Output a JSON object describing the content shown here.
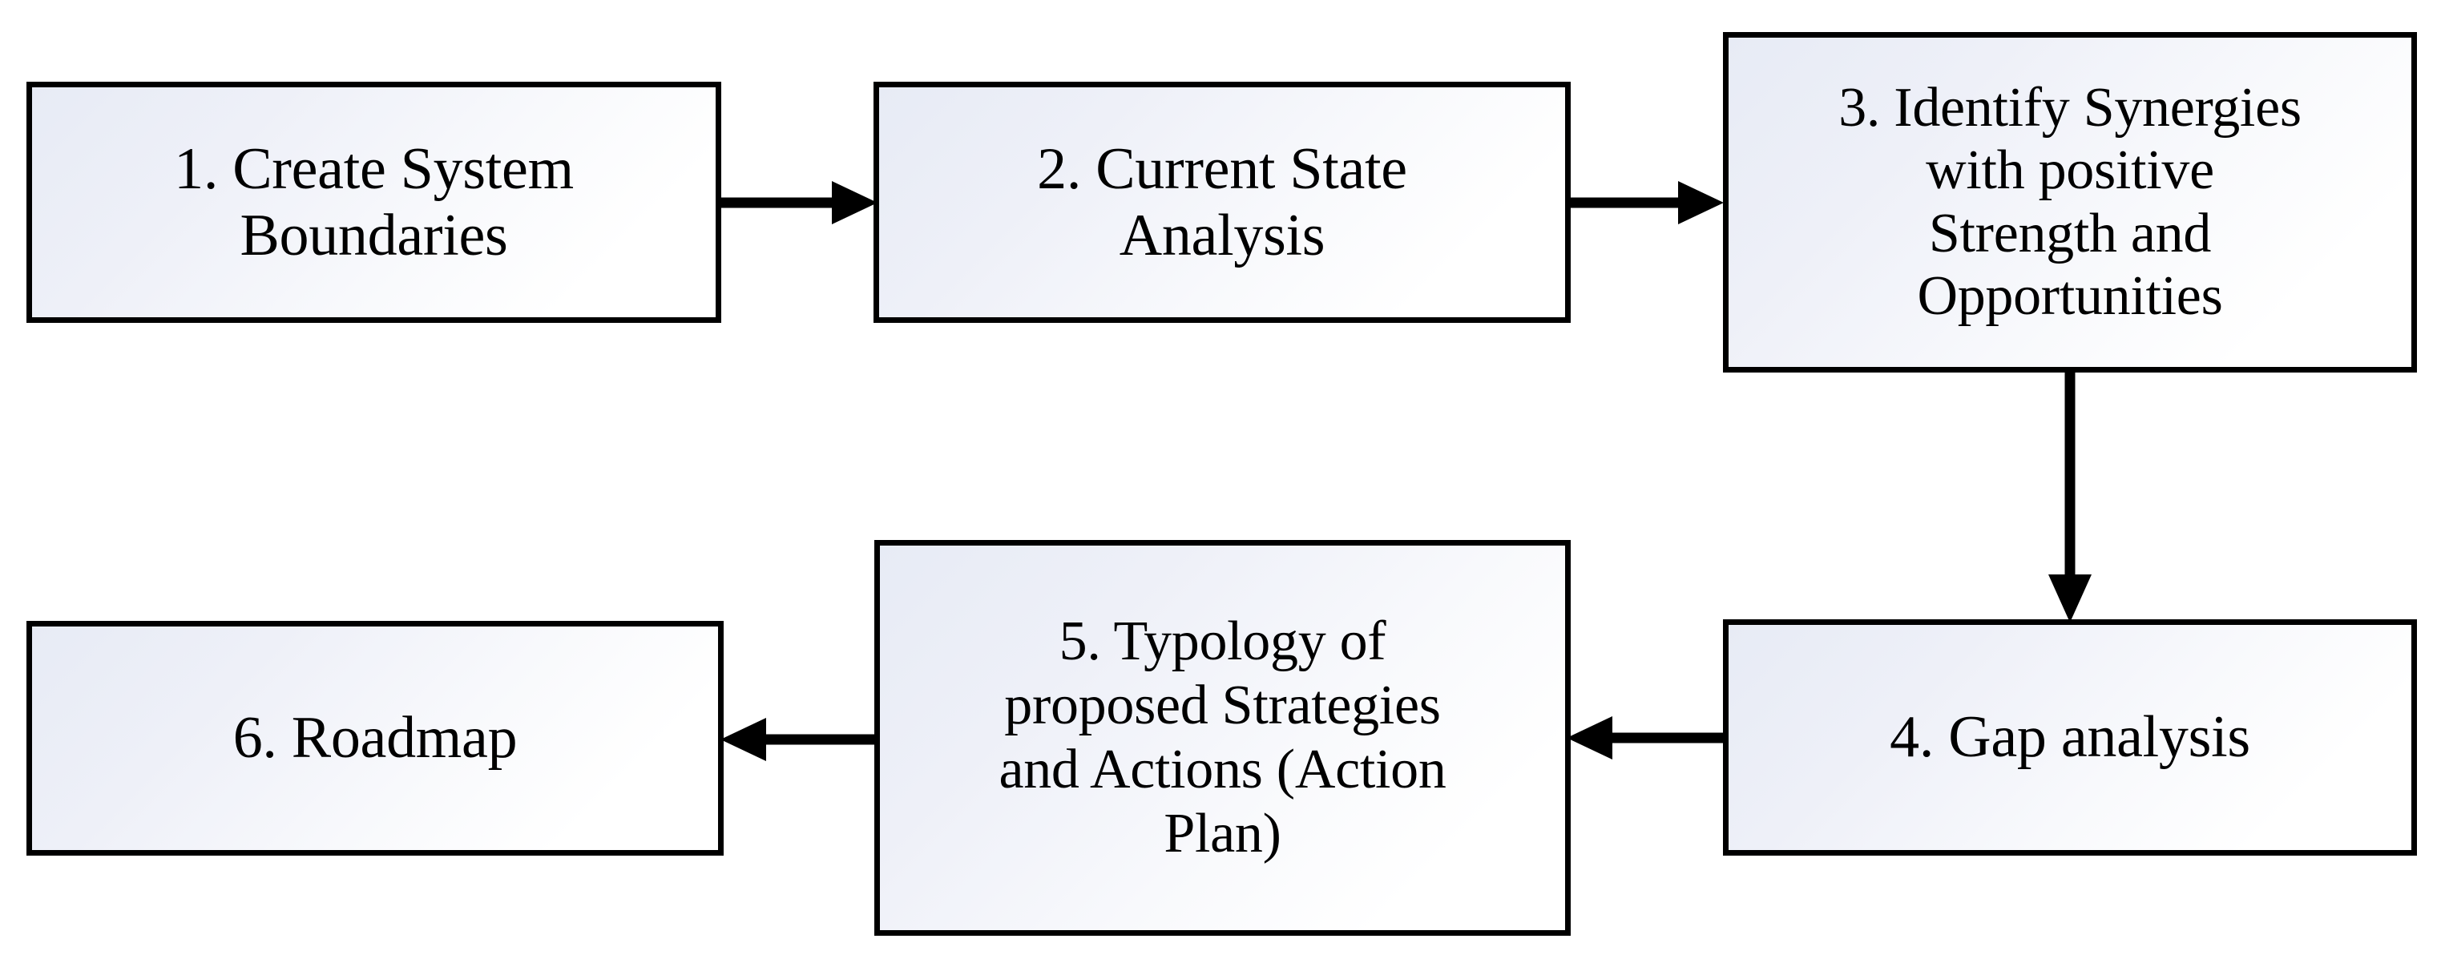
{
  "diagram": {
    "type": "flowchart",
    "orientation": "serpentine-two-rows",
    "background_color": "#ffffff",
    "node_border_color": "#000000",
    "node_fill_gradient_start": "#e7ebf5",
    "node_fill_gradient_end": "#ffffff",
    "arrow_color": "#000000",
    "nodes": [
      {
        "id": "1",
        "label": "1. Create System\nBoundaries"
      },
      {
        "id": "2",
        "label": "2. Current State\nAnalysis"
      },
      {
        "id": "3",
        "label": "3. Identify Synergies\nwith positive\nStrength and\nOpportunities"
      },
      {
        "id": "4",
        "label": "4. Gap analysis"
      },
      {
        "id": "5",
        "label": "5. Typology of\nproposed Strategies\nand Actions (Action\nPlan)"
      },
      {
        "id": "6",
        "label": "6. Roadmap"
      }
    ],
    "edges": [
      {
        "id": "1-2",
        "from": "1",
        "to": "2",
        "direction": "right"
      },
      {
        "id": "2-3",
        "from": "2",
        "to": "3",
        "direction": "right"
      },
      {
        "id": "3-4",
        "from": "3",
        "to": "4",
        "direction": "down"
      },
      {
        "id": "4-5",
        "from": "4",
        "to": "5",
        "direction": "left"
      },
      {
        "id": "5-6",
        "from": "5",
        "to": "6",
        "direction": "left"
      }
    ]
  }
}
